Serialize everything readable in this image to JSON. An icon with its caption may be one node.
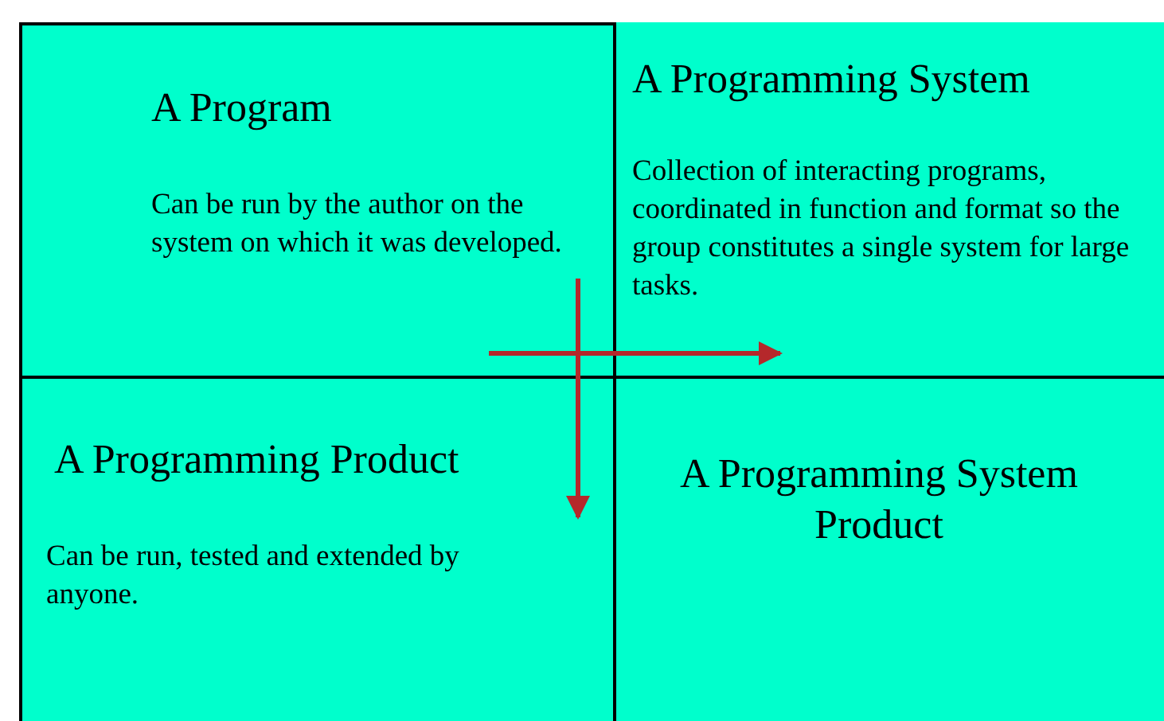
{
  "diagram": {
    "nodes": [
      {
        "text": [
          "A Program",
          "Can be run by the author on the system on which it was developed."
        ]
      },
      {
        "text": [
          "A Programming System",
          "Collection of interacting programs, coordinated in function and format so the group constitutes a single system for large tasks."
        ]
      },
      {
        "text": [
          "A Programming Product",
          "Can be run, tested and extended by anyone."
        ]
      },
      {
        "text": [
          "A Programming System Product"
        ]
      }
    ],
    "edges": [
      {
        "from": 0,
        "to": 1,
        "arrow": "to"
      },
      {
        "from": 0,
        "to": 2,
        "arrow": "to"
      }
    ]
  }
}
